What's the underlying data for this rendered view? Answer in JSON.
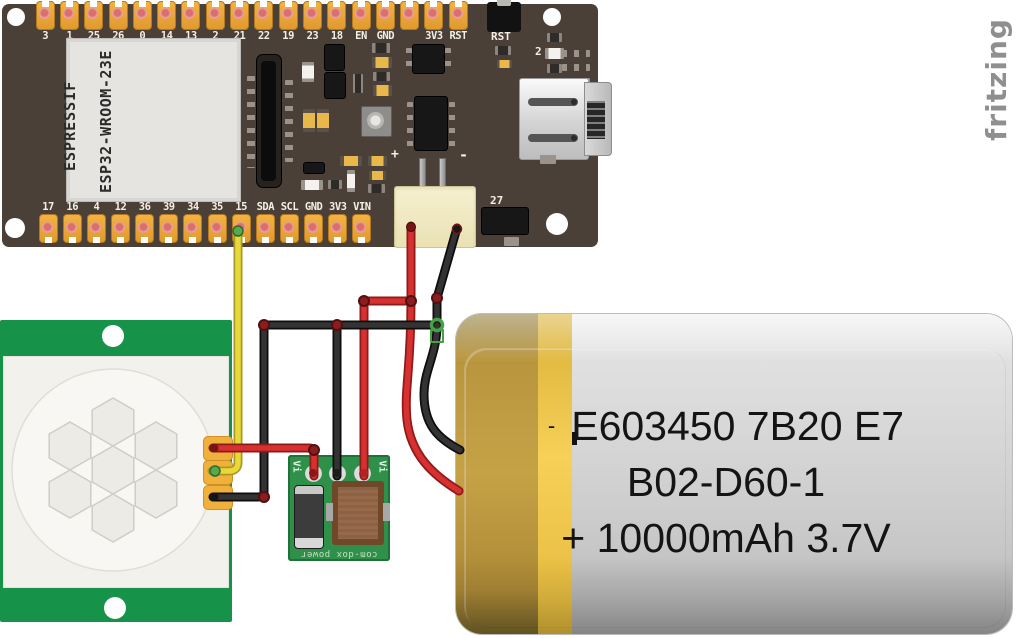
{
  "diagram": {
    "watermark": "fritzing"
  },
  "esp32_board": {
    "module_brand": "ESPRESSIF",
    "module_model": "ESP32-WROOM-23E",
    "top_pins": [
      "3",
      "1",
      "25",
      "26",
      "0",
      "14",
      "13",
      "2",
      "21",
      "22",
      "19",
      "23",
      "18",
      "EN",
      "GND",
      "",
      "3V3",
      "RST"
    ],
    "bottom_pins": [
      "17",
      "16",
      "4",
      "12",
      "36",
      "39",
      "34",
      "35",
      "15",
      "SDA",
      "SCL",
      "GND",
      "3V3",
      "VIN"
    ],
    "labels": {
      "rst": "RST",
      "pin2": "2",
      "pin27": "27",
      "battery_plus": "+",
      "battery_minus": "-"
    }
  },
  "power_module": {
    "left_label": "Vi",
    "right_label": "Vi",
    "bottom_label": "com-dox power"
  },
  "battery": {
    "minus_mark": "-",
    "line1": "E603450 7B20 E7",
    "line2": "B02-D60-1",
    "line3": "+ 10000mAh 3.7V"
  },
  "colors": {
    "pcb_brown": "#4a4037",
    "pin_gold": "#eda63c",
    "pir_green": "#169349",
    "module_green": "#2f9149",
    "wire_red": "#d63030",
    "wire_black": "#333333",
    "wire_yellow": "#e8d83a",
    "battery_gold": "#c6a246",
    "battery_gray": "#d2d2d2",
    "connector_cream": "#f0e9c8"
  }
}
